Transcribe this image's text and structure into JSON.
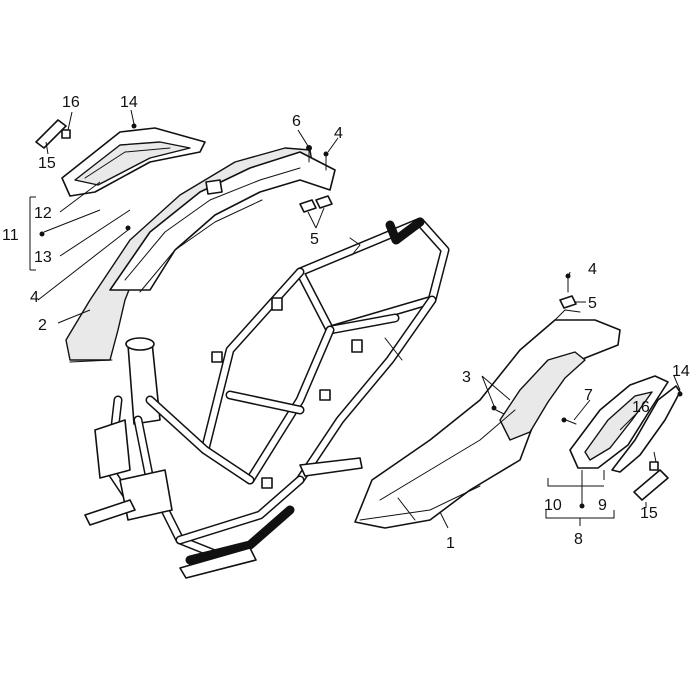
{
  "callouts": {
    "c1": "1",
    "c2": "2",
    "c3": "3",
    "c4a": "4",
    "c4b": "4",
    "c4c": "4",
    "c5a": "5",
    "c5b": "5",
    "c6": "6",
    "c7": "7",
    "c8": "8",
    "c9": "9",
    "c10": "10",
    "c11": "11",
    "c12": "12",
    "c13": "13",
    "c14a": "14",
    "c14b": "14",
    "c15a": "15",
    "c15b": "15",
    "c16a": "16",
    "c16b": "16"
  },
  "colors": {
    "line": "#111111",
    "background": "#ffffff",
    "shade": "#e9e9e9"
  }
}
